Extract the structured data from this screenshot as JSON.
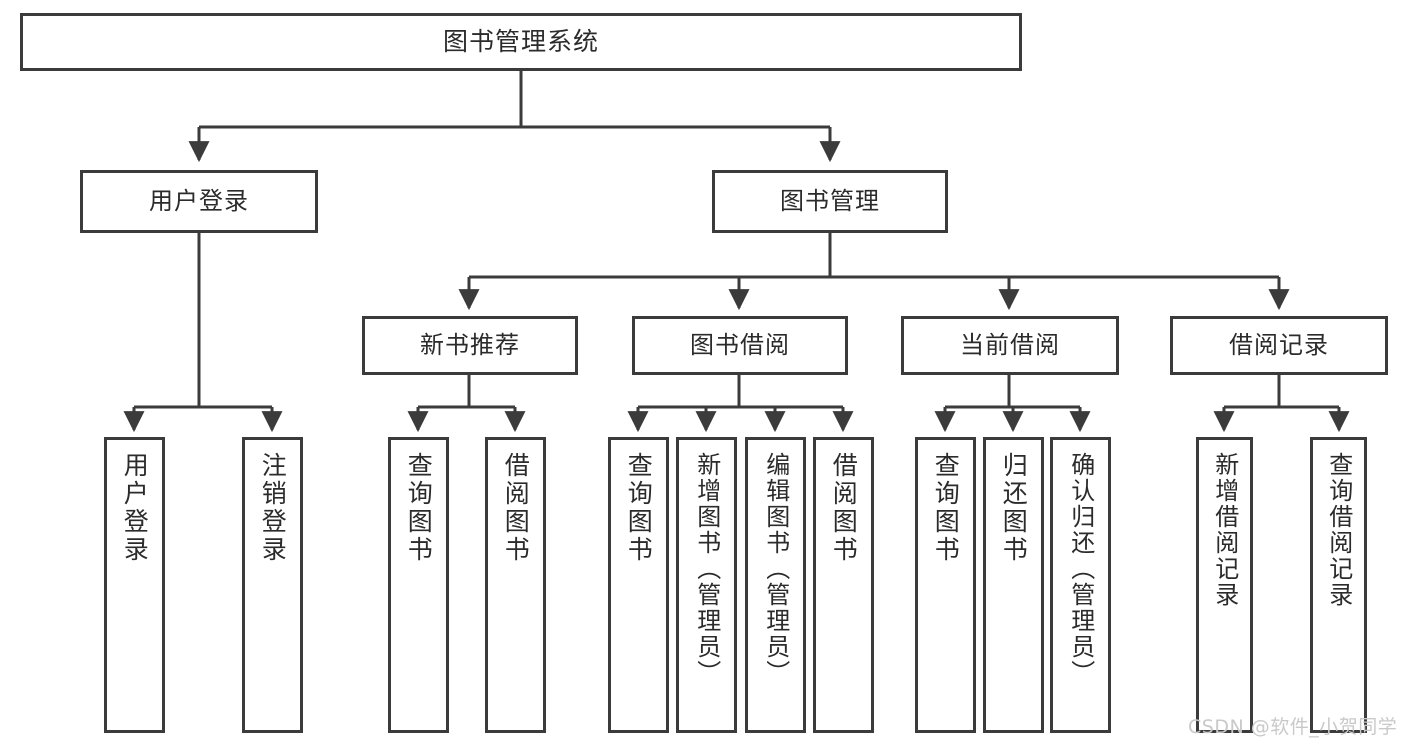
{
  "diagram": {
    "title": "图书管理系统",
    "type": "tree",
    "root": {
      "id": "root",
      "label": "图书管理系统"
    },
    "level1": [
      {
        "id": "user-login",
        "label": "用户登录"
      },
      {
        "id": "book-management",
        "label": "图书管理"
      }
    ],
    "level2": [
      {
        "id": "new-book-recommend",
        "label": "新书推荐",
        "parent": "book-management"
      },
      {
        "id": "book-borrow",
        "label": "图书借阅",
        "parent": "book-management"
      },
      {
        "id": "current-borrow",
        "label": "当前借阅",
        "parent": "book-management"
      },
      {
        "id": "borrow-record",
        "label": "借阅记录",
        "parent": "book-management"
      }
    ],
    "leaves": {
      "user_login": [
        {
          "id": "leaf-user-login",
          "label": "用户登录"
        },
        {
          "id": "leaf-user-logout",
          "label": "注销登录"
        }
      ],
      "new_book_recommend": [
        {
          "id": "leaf-query-book-1",
          "label": "查询图书"
        },
        {
          "id": "leaf-borrow-book-1",
          "label": "借阅图书"
        }
      ],
      "book_borrow": [
        {
          "id": "leaf-query-book-2",
          "label": "查询图书"
        },
        {
          "id": "leaf-add-book",
          "label": "新增图书（管理员）"
        },
        {
          "id": "leaf-edit-book",
          "label": "编辑图书（管理员）"
        },
        {
          "id": "leaf-borrow-book-2",
          "label": "借阅图书"
        }
      ],
      "current_borrow": [
        {
          "id": "leaf-query-book-3",
          "label": "查询图书"
        },
        {
          "id": "leaf-return-book",
          "label": "归还图书"
        },
        {
          "id": "leaf-confirm-return",
          "label": "确认归还（管理员）"
        }
      ],
      "borrow_record": [
        {
          "id": "leaf-add-record",
          "label": "新增借阅记录"
        },
        {
          "id": "leaf-query-record",
          "label": "查询借阅记录"
        }
      ]
    }
  },
  "watermark": {
    "text": "CSDN @软件_小贺同学"
  },
  "colors": {
    "border": "#3b3b3b",
    "background": "#ffffff",
    "text": "#2b2b2b",
    "watermark": "#c9c9c9"
  }
}
